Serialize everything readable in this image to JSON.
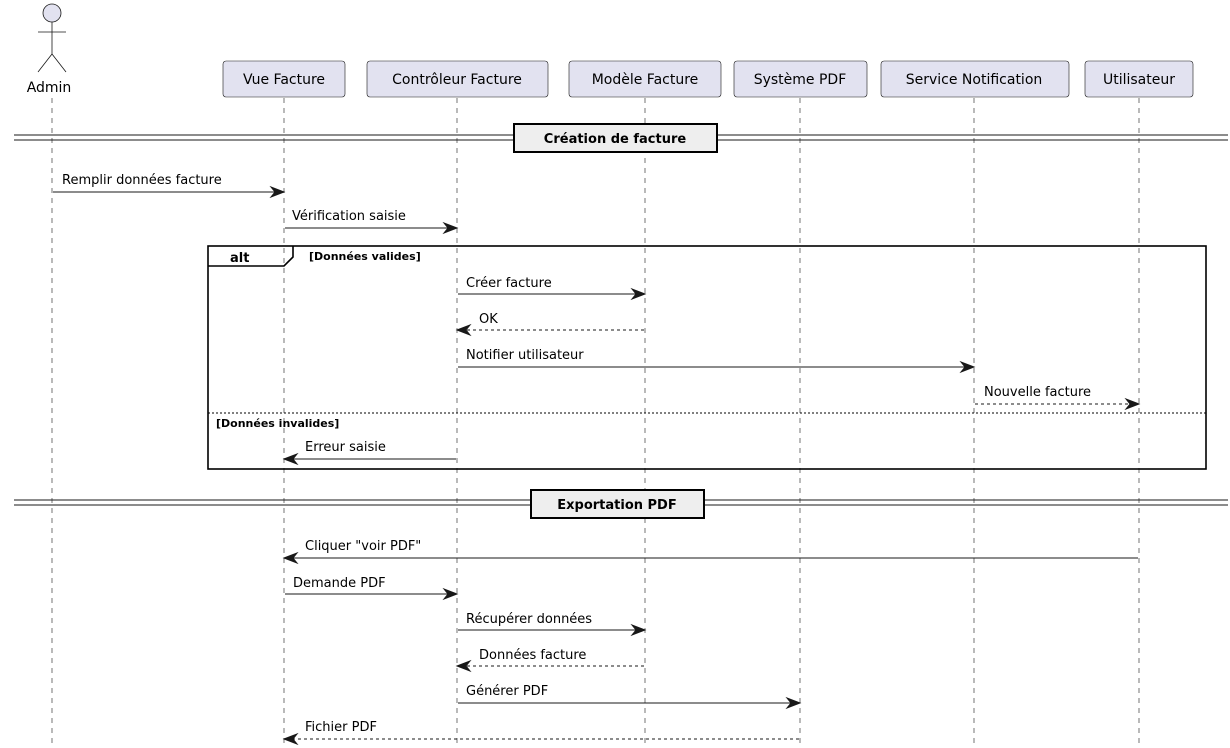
{
  "actor": {
    "name": "Admin",
    "icon": "stick-figure-icon"
  },
  "participants": [
    "Vue Facture",
    "Contrôleur Facture",
    "Modèle Facture",
    "Système PDF",
    "Service Notification",
    "Utilisateur"
  ],
  "dividers": [
    {
      "label": "Création de facture"
    },
    {
      "label": "Exportation PDF"
    }
  ],
  "alt_block": {
    "keyword": "alt",
    "guard": "[Données valides]",
    "else_guard": "[Données invalides]"
  },
  "messages": [
    {
      "from": "Admin",
      "to": "Vue Facture",
      "label": "Remplir données facture",
      "dashed": false
    },
    {
      "from": "Vue Facture",
      "to": "Contrôleur Facture",
      "label": "Vérification saisie",
      "dashed": false
    },
    {
      "from": "Contrôleur Facture",
      "to": "Modèle Facture",
      "label": "Créer facture",
      "dashed": false
    },
    {
      "from": "Modèle Facture",
      "to": "Contrôleur Facture",
      "label": "OK",
      "dashed": true
    },
    {
      "from": "Contrôleur Facture",
      "to": "Service Notification",
      "label": "Notifier utilisateur",
      "dashed": false
    },
    {
      "from": "Service Notification",
      "to": "Utilisateur",
      "label": "Nouvelle facture",
      "dashed": true
    },
    {
      "from": "Contrôleur Facture",
      "to": "Vue Facture",
      "label": "Erreur saisie",
      "dashed": false
    },
    {
      "from": "Utilisateur",
      "to": "Vue Facture",
      "label": "Cliquer \"voir PDF\"",
      "dashed": false
    },
    {
      "from": "Vue Facture",
      "to": "Contrôleur Facture",
      "label": "Demande PDF",
      "dashed": false
    },
    {
      "from": "Contrôleur Facture",
      "to": "Modèle Facture",
      "label": "Récupérer données",
      "dashed": false
    },
    {
      "from": "Modèle Facture",
      "to": "Contrôleur Facture",
      "label": "Données facture",
      "dashed": true
    },
    {
      "from": "Contrôleur Facture",
      "to": "Système PDF",
      "label": "Générer PDF",
      "dashed": false
    },
    {
      "from": "Système PDF",
      "to": "Vue Facture",
      "label": "Fichier PDF",
      "dashed": true
    }
  ],
  "colors": {
    "participant_fill": "#E2E2F0",
    "line": "#181818",
    "divider_fill": "#EEEEEE"
  }
}
